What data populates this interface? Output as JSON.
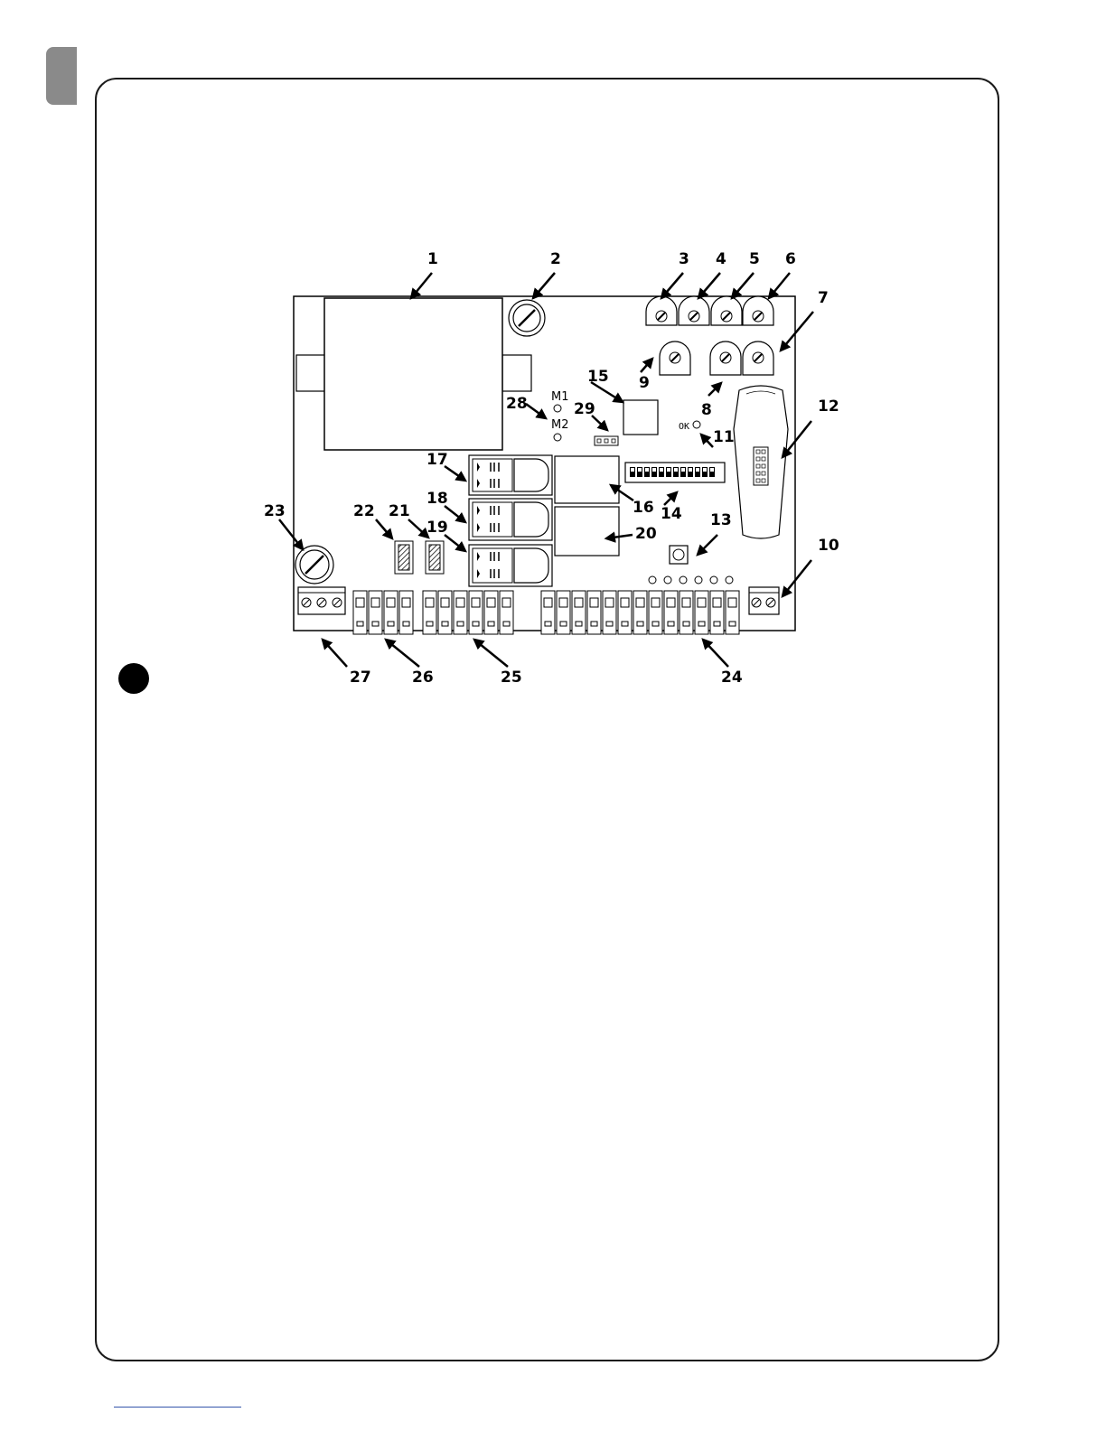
{
  "page": {
    "tab_color": "#8a8a8a",
    "frame_color": "#1a1a1a",
    "accent_link_color": "#3355aa"
  },
  "board": {
    "led_labels": {
      "m1": "M1",
      "m2": "M2",
      "ok": "OK"
    }
  },
  "callouts": [
    {
      "id": "c1",
      "text": "1"
    },
    {
      "id": "c2",
      "text": "2"
    },
    {
      "id": "c3",
      "text": "3"
    },
    {
      "id": "c4",
      "text": "4"
    },
    {
      "id": "c5",
      "text": "5"
    },
    {
      "id": "c6",
      "text": "6"
    },
    {
      "id": "c7",
      "text": "7"
    },
    {
      "id": "c8",
      "text": "8"
    },
    {
      "id": "c9",
      "text": "9"
    },
    {
      "id": "c10",
      "text": "10"
    },
    {
      "id": "c11",
      "text": "11"
    },
    {
      "id": "c12",
      "text": "12"
    },
    {
      "id": "c13",
      "text": "13"
    },
    {
      "id": "c14",
      "text": "14"
    },
    {
      "id": "c15",
      "text": "15"
    },
    {
      "id": "c16",
      "text": "16"
    },
    {
      "id": "c17",
      "text": "17"
    },
    {
      "id": "c18",
      "text": "18"
    },
    {
      "id": "c19",
      "text": "19"
    },
    {
      "id": "c20",
      "text": "20"
    },
    {
      "id": "c21",
      "text": "21"
    },
    {
      "id": "c22",
      "text": "22"
    },
    {
      "id": "c23",
      "text": "23"
    },
    {
      "id": "c24",
      "text": "24"
    },
    {
      "id": "c25",
      "text": "25"
    },
    {
      "id": "c26",
      "text": "26"
    },
    {
      "id": "c27",
      "text": "27"
    },
    {
      "id": "c28",
      "text": "28"
    },
    {
      "id": "c29",
      "text": "29"
    }
  ]
}
